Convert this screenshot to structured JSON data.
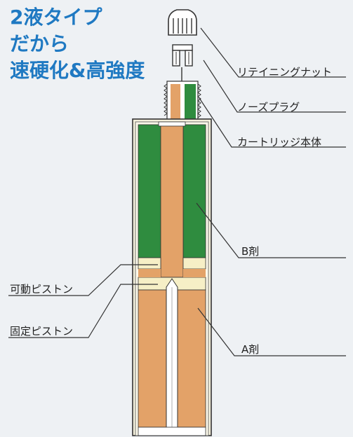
{
  "headline": {
    "line1": "2液タイプ",
    "line2": "だから",
    "line3": "速硬化&高強度"
  },
  "labels": {
    "retaining_nut": "リテイニングナット",
    "nose_plug": "ノーズプラグ",
    "cartridge_body": "カートリッジ本体",
    "agent_b": "B剤",
    "movable_piston": "可動ピストン",
    "fixed_piston": "固定ピストン",
    "agent_a": "A剤"
  },
  "colors": {
    "headline": "#1f79c2",
    "agent_a": "#e3a268",
    "agent_b": "#2f8c3f",
    "piston": "#f6efc6",
    "cartridge": "#f4f0dc",
    "background": "#eef1f4",
    "line": "#333333"
  }
}
